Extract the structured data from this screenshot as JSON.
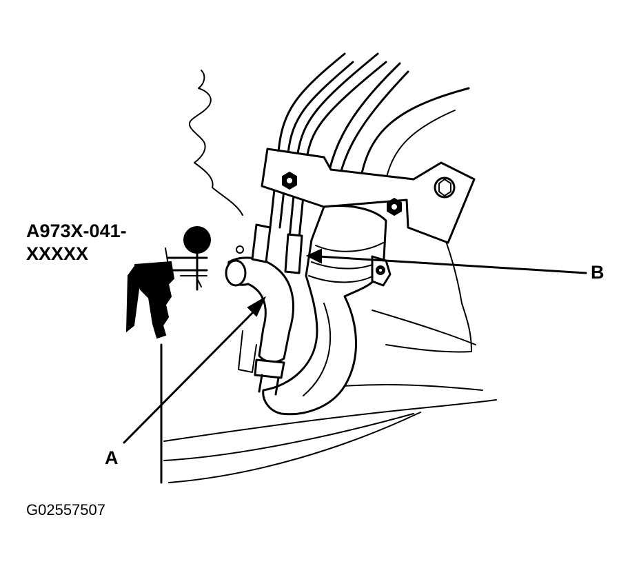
{
  "tool_number": {
    "line1": "A973X-041-",
    "line2": "XXXXX"
  },
  "callouts": {
    "a": "A",
    "b": "B"
  },
  "figure_id": "G02557507",
  "colors": {
    "ink": "#000000",
    "paper": "#ffffff"
  }
}
